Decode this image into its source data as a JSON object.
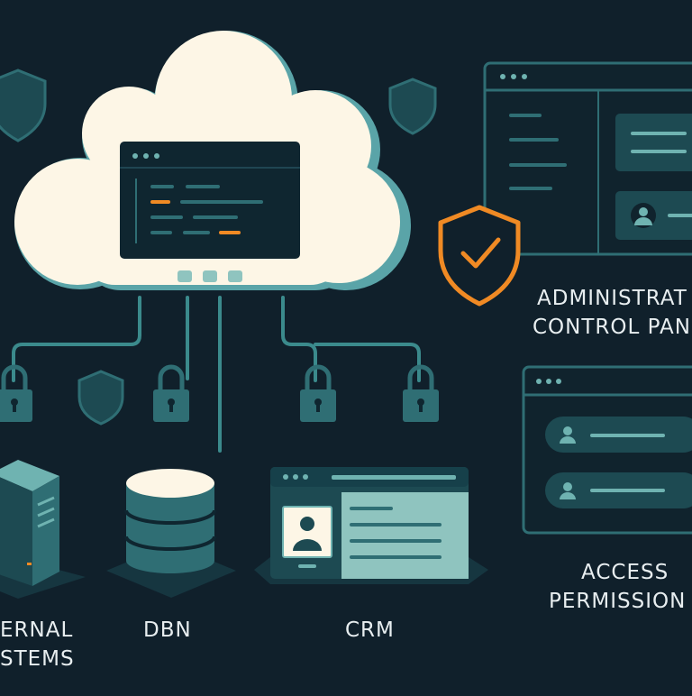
{
  "colors": {
    "background": "#10202b",
    "cloud": "#fdf6e6",
    "cloud_outline": "#5aa4a8",
    "teal": "#2f6e74",
    "teal_light": "#6fb3b1",
    "dark_panel": "#0f2630",
    "accent": "#f08a24",
    "text": "#e8eef0"
  },
  "labels": {
    "external_line1": "ERNAL",
    "external_line2": "STEMS",
    "database": "DBN",
    "crm": "CRM",
    "admin_line1": "ADMINISTRAT",
    "admin_line2": "CONTROL PAN",
    "access_line1": "ACCESS",
    "access_line2": "PERMISSION"
  },
  "icons": [
    "shield-icon",
    "shield-check-icon",
    "padlock-icon",
    "server-icon",
    "database-icon",
    "user-icon",
    "cloud-icon"
  ]
}
